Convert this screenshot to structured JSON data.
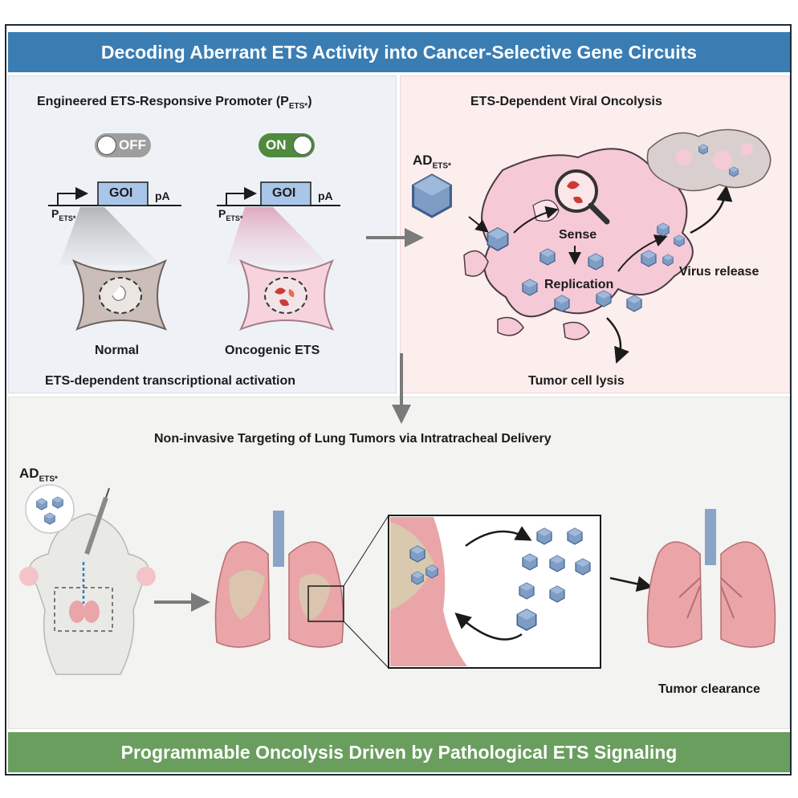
{
  "title": "Decoding Aberrant ETS Activity into Cancer-Selective Gene Circuits",
  "footer": "Programmable Oncolysis Driven by Pathological ETS Signaling",
  "left_panel": {
    "heading_main": "Engineered ETS-Responsive Promoter (P",
    "heading_sub": "ETS*",
    "heading_end": ")",
    "toggle_off": "OFF",
    "toggle_on": "ON",
    "gene_label": "GOI",
    "polyA": "pA",
    "promoter_main": "P",
    "promoter_sub": "ETS*",
    "cell_normal": "Normal",
    "cell_oncogenic": "Oncogenic ETS",
    "caption": "ETS-dependent transcriptional activation"
  },
  "right_panel": {
    "heading": "ETS-Dependent Viral Oncolysis",
    "virus_main": "AD",
    "virus_sub": "ETS*",
    "step_sense": "Sense",
    "step_replication": "Replication",
    "step_release": "Virus release",
    "step_lysis": "Tumor cell lysis"
  },
  "bottom_panel": {
    "heading": "Non-invasive Targeting of Lung Tumors via Intratracheal Delivery",
    "virus_main": "AD",
    "virus_sub": "ETS*",
    "outcome": "Tumor clearance"
  },
  "colors": {
    "title_bar": "#3a7db3",
    "footer_bar": "#6a9e5f",
    "gene_box": "#a9c6e8",
    "lung": "#e9a5a8",
    "tumor": "#d9c9ae",
    "virus": "#7e9cc4",
    "cell_pink": "#f6c9d7"
  },
  "icons": [
    "toggle-off-icon",
    "toggle-on-icon",
    "magnifier-icon",
    "virus-icon",
    "syringe-icon",
    "lung-icon",
    "mouse-icon"
  ]
}
